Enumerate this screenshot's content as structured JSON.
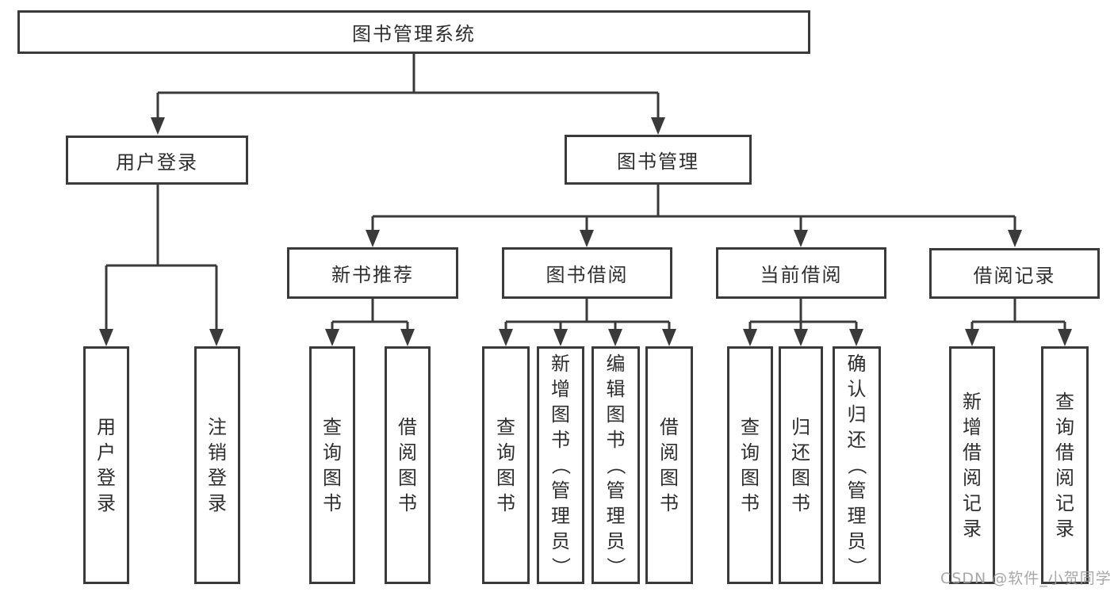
{
  "diagram": {
    "root": {
      "label": "图书管理系统"
    },
    "level2": [
      {
        "label": "用户登录"
      },
      {
        "label": "图书管理"
      }
    ],
    "level3": [
      {
        "label": "新书推荐"
      },
      {
        "label": "图书借阅"
      },
      {
        "label": "当前借阅"
      },
      {
        "label": "借阅记录"
      }
    ],
    "leaves": [
      {
        "label": "用户登录",
        "parent": "用户登录"
      },
      {
        "label": "注销登录",
        "parent": "用户登录"
      },
      {
        "label": "查询图书",
        "parent": "新书推荐"
      },
      {
        "label": "借阅图书",
        "parent": "新书推荐"
      },
      {
        "label": "查询图书",
        "parent": "图书借阅"
      },
      {
        "label": "新增图书（管理员）",
        "parent": "图书借阅"
      },
      {
        "label": "编辑图书（管理员）",
        "parent": "图书借阅"
      },
      {
        "label": "借阅图书",
        "parent": "图书借阅"
      },
      {
        "label": "查询图书",
        "parent": "当前借阅"
      },
      {
        "label": "归还图书",
        "parent": "当前借阅"
      },
      {
        "label": "确认归还（管理员）",
        "parent": "当前借阅"
      },
      {
        "label": "新增借阅记录",
        "parent": "借阅记录"
      },
      {
        "label": "查询借阅记录",
        "parent": "借阅记录"
      }
    ],
    "watermark": "CSDN @软件_小贺同学",
    "colors": {
      "line": "#3a3a3a",
      "text": "#2e2e2e",
      "watermark": "#9e9e9e",
      "background": "#ffffff"
    }
  }
}
